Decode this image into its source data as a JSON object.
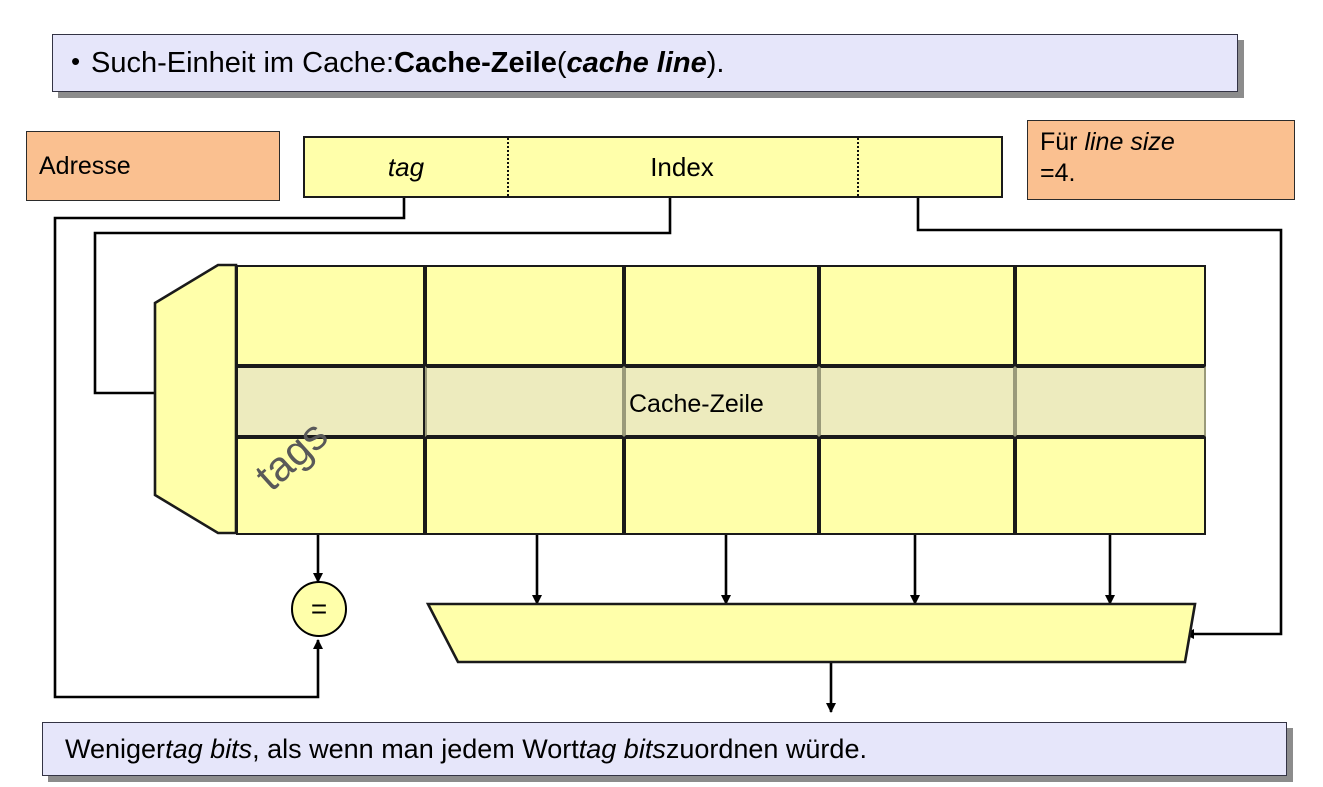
{
  "slide": {
    "header": {
      "bullet": "•",
      "text_plain_1": "Such-Einheit im Cache: ",
      "text_bold": "Cache-Zeile",
      "text_plain_2": " (",
      "text_bold_italic": "cache line",
      "text_plain_3": ")."
    },
    "footer": {
      "text_1": "Weniger ",
      "italic_1": "tag bits",
      "text_2": ", als wenn man jedem Wort ",
      "italic_2": "tag bits",
      "text_3": " zuordnen würde."
    }
  },
  "labels": {
    "address_box": "Adresse",
    "note_box_line1_plain": "Für ",
    "note_box_line1_italic": "line size",
    "note_box_line2": "=4."
  },
  "address_fields": [
    {
      "name": "tag",
      "label": "tag",
      "style": "italic"
    },
    {
      "name": "index",
      "label": "Index",
      "style": "normal"
    },
    {
      "name": "offset",
      "label": "",
      "style": "normal"
    }
  ],
  "cache": {
    "tags_column_label": "tags",
    "highlighted_row_label": "Cache-Zeile",
    "rows": 3,
    "columns": 5,
    "highlighted_row_index": 1,
    "line_size": 4
  },
  "comparator": {
    "symbol": "="
  },
  "colors": {
    "cell_fill": "#FFFFAA",
    "cell_fill_highlight": "#EDEBBE",
    "orange_box": "#FAC090",
    "callout_box": "#E6E6FA",
    "outline": "#1A1A1A",
    "tags_text": "#595959"
  }
}
